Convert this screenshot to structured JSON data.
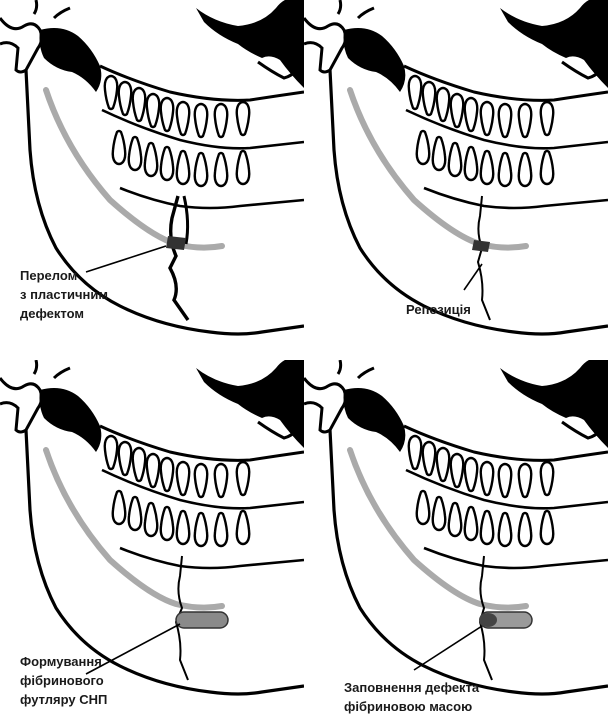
{
  "panels": [
    {
      "id": "fracture",
      "caption_lines": [
        "Перелом",
        "з пластичним",
        "дефектом"
      ]
    },
    {
      "id": "reposition",
      "caption_lines": [
        "Репозиція"
      ]
    },
    {
      "id": "fibrin-sheath",
      "caption_lines": [
        "Формування",
        "фібринового",
        "футляру СНП"
      ]
    },
    {
      "id": "fibrin-fill",
      "caption_lines": [
        "Заповнення дефекта",
        "фібриновою масою"
      ]
    }
  ],
  "colors": {
    "bone_outline": "#000000",
    "nerve_canal": "#aaaaaa",
    "sheath_fill": "#8a8a8a",
    "text": "#1a1a1a"
  },
  "icons": {
    "jaw": "mandible-outline",
    "orbit": "eye-socket-silhouette",
    "teeth": "tooth-row",
    "canal": "mandibular-canal-line"
  }
}
